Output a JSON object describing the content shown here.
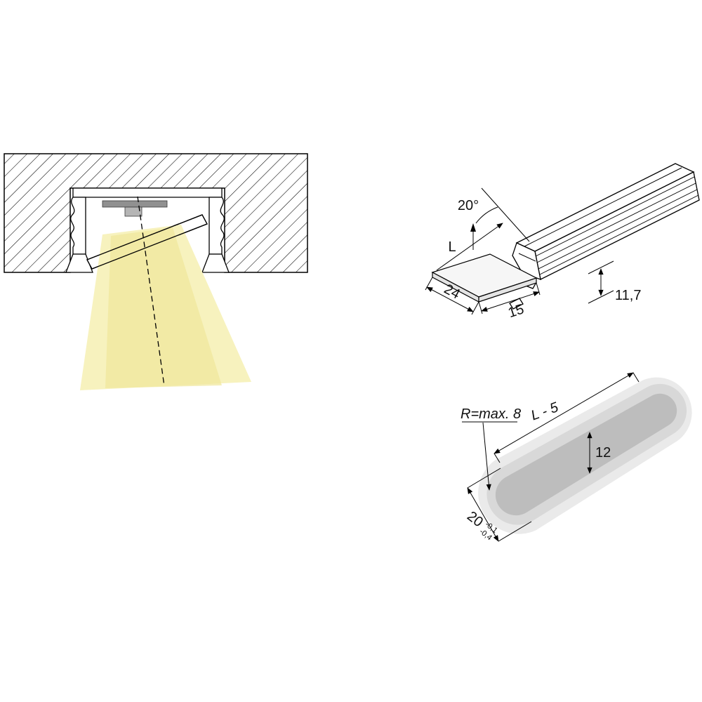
{
  "figures": {
    "profile_isometric": {
      "angle": "20°",
      "length": "L",
      "cover_width": "24",
      "cover_depth": "15",
      "profile_height": "11,7"
    },
    "mounting_groove": {
      "corner_radius": "R=max. 8",
      "groove_length": "L - 5",
      "groove_floor_width": "12",
      "groove_width": "20",
      "tolerance_upper": "-0,1",
      "tolerance_lower": "-0,4"
    }
  },
  "colors": {
    "line": "#000000",
    "light_cone_outer": "#F7F2BE",
    "light_cone_inner": "#EFE79A",
    "led_board": "#909090",
    "led_block": "#B5B5B5",
    "groove_outer": "#EAEAEA",
    "groove_mid": "#D8D8D8",
    "groove_floor": "#BDBDBD"
  }
}
